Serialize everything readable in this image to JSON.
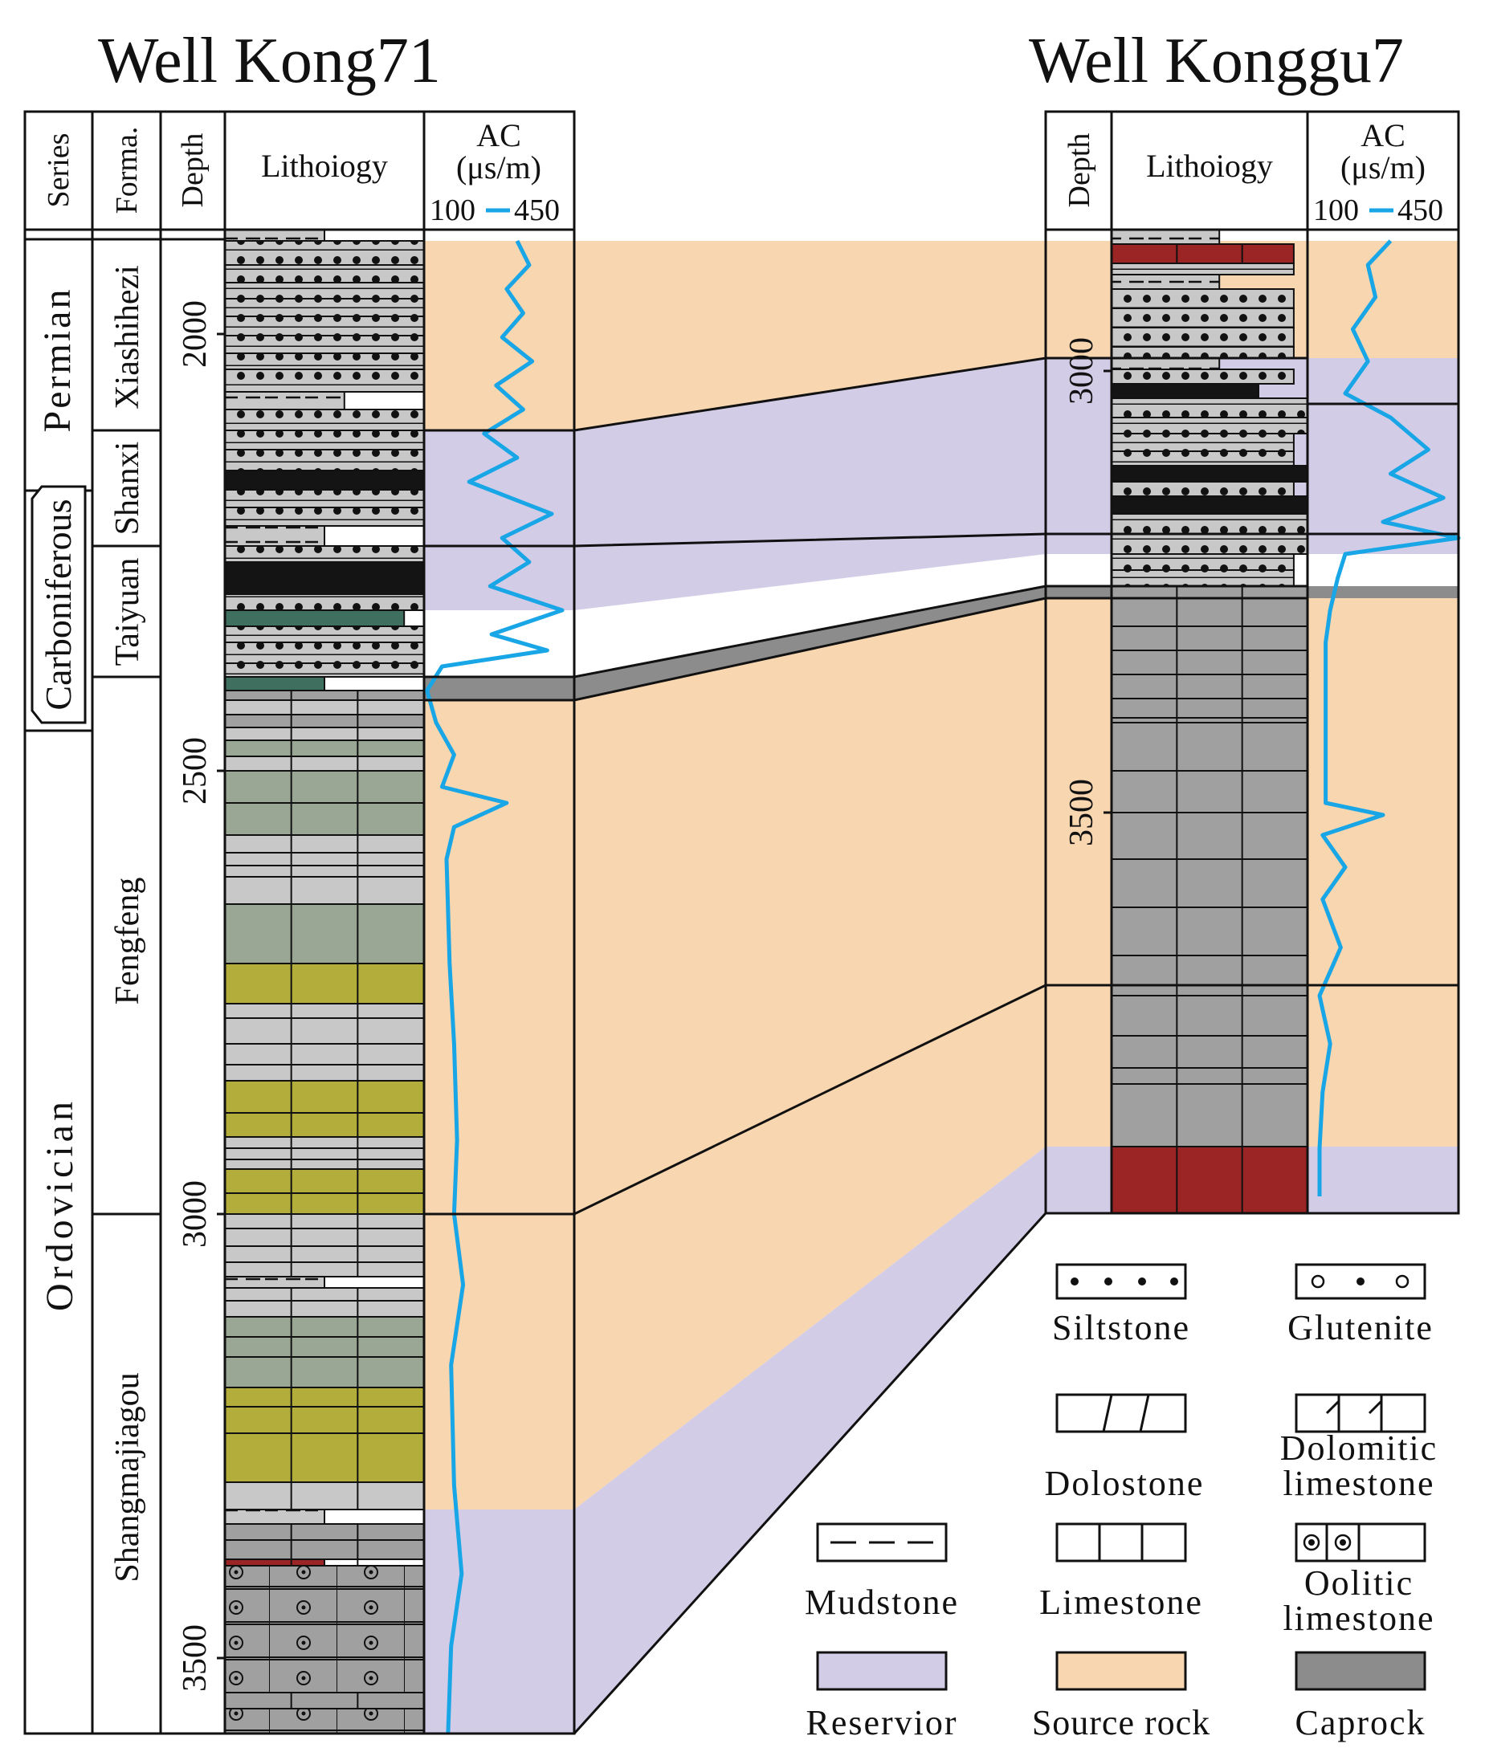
{
  "title_left": "Well Kong71",
  "title_right": "Well Konggu7",
  "headers": {
    "series": "Series",
    "forma": "Forma.",
    "depth": "Depth",
    "lithology": "Lithoiogy",
    "ac_title": "AC",
    "ac_unit": "(μs/m)",
    "ac_min": "100",
    "ac_max": "450"
  },
  "series_names": [
    "Permian",
    "Carboniferous",
    "Ordovician"
  ],
  "formations": [
    "Xiashihezi",
    "Shanxi",
    "Taiyuan",
    "Fengfeng",
    "Shangmajiagou"
  ],
  "depth_ticks_left": [
    "2000",
    "2500",
    "3000",
    "3500"
  ],
  "depth_ticks_right": [
    "3000",
    "3500"
  ],
  "legend": {
    "siltstone": "Siltstone",
    "glutenite": "Glutenite",
    "dolostone": "Dolostone",
    "dolomitic_1": "Dolomitic",
    "dolomitic_2": "limestone",
    "mudstone": "Mudstone",
    "limestone": "Limestone",
    "oolitic_1": "Oolitic",
    "oolitic_2": "limestone",
    "reservoir": "Reservior",
    "source_rock": "Source rock",
    "caprock": "Caprock"
  },
  "colors": {
    "reservoir": "#d2cce6",
    "source_rock": "#f8d6b0",
    "caprock": "#8c8c8c",
    "ac_log": "#19a6e6",
    "grey_rock": "#c8c8c8",
    "olive_rock": "#b3ad3c",
    "sage_rock": "#9aa794",
    "red_rock": "#9b2424",
    "coal": "#141414"
  }
}
